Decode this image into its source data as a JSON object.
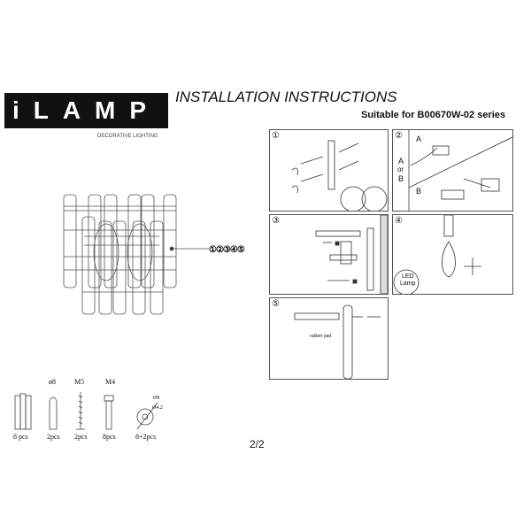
{
  "logo": {
    "text": "iLAMP",
    "tagline": "DECORATIVE LIGHTING"
  },
  "header": {
    "title": "INSTALLATION  INSTRUCTIONS",
    "subtitle": "Suitable for B00670W-02 series"
  },
  "product": {
    "steps_label": "①②③④⑤"
  },
  "panels": [
    {
      "num": "①"
    },
    {
      "num": "②",
      "labels": [
        "A",
        "A",
        "or",
        "B",
        "B"
      ]
    },
    {
      "num": "③"
    },
    {
      "num": "④",
      "badge": [
        "LED",
        "Lamp"
      ]
    },
    {
      "num": "⑤",
      "note": "rubber pad"
    }
  ],
  "parts": [
    {
      "label": "",
      "qty": "8  pcs",
      "icon": "crystal-icon"
    },
    {
      "label": "ø8",
      "qty": "2pcs",
      "icon": "wall-plug-icon"
    },
    {
      "label": "M5",
      "qty": "2pcs",
      "icon": "wood-screw-icon"
    },
    {
      "label": "M4",
      "qty": "8pcs",
      "icon": "bolt-icon"
    },
    {
      "label": "Ø8",
      "label2": "Ø4.2",
      "qty": "8+2pcs",
      "icon": "washer-icon"
    }
  ],
  "page": "2/2"
}
